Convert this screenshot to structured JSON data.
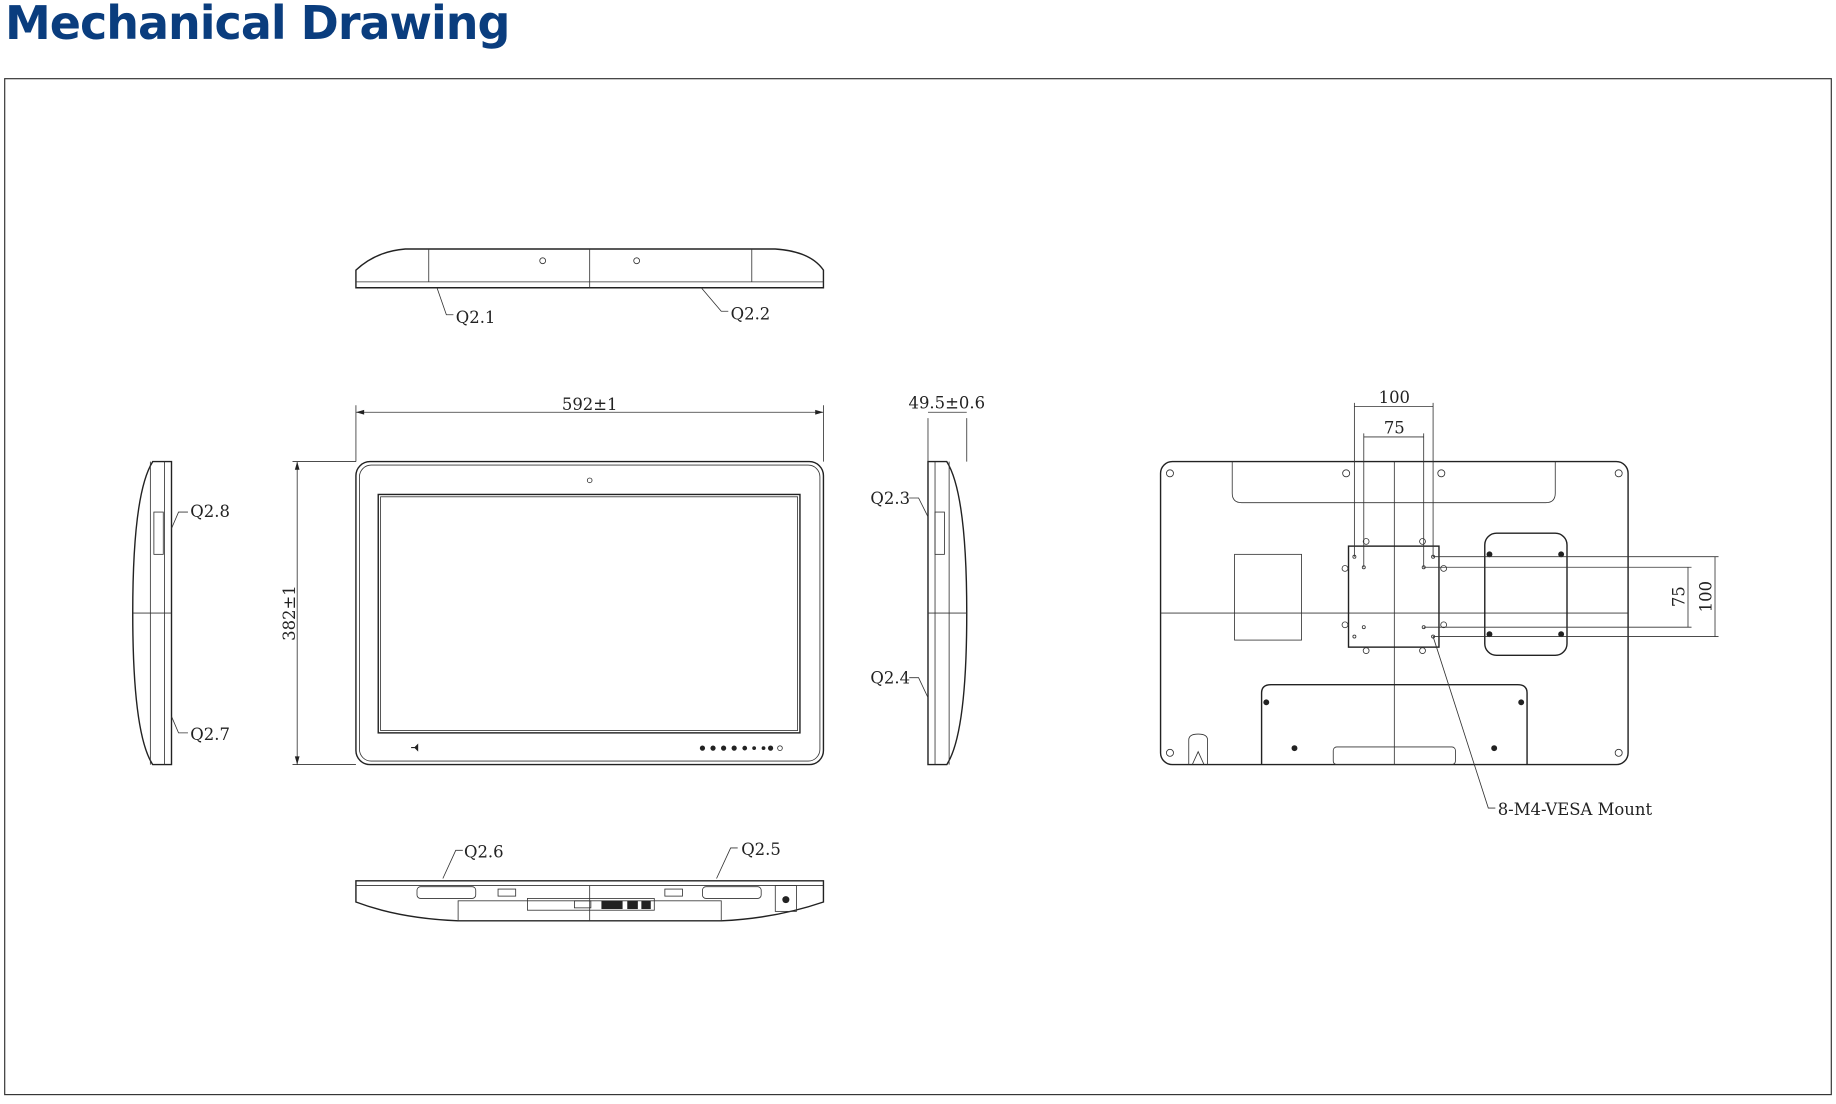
{
  "page": {
    "title": "Mechanical Drawing"
  },
  "drawing": {
    "dimensions": {
      "width": "592±1",
      "height": "382±1",
      "depth": "49.5±0.6"
    },
    "vesa": {
      "outer_h": "100",
      "inner_h": "75",
      "outer_v": "100",
      "inner_v": "75",
      "note": "8-M4-VESA Mount"
    },
    "callouts": {
      "q21": "Q2.1",
      "q22": "Q2.2",
      "q23": "Q2.3",
      "q24": "Q2.4",
      "q25": "Q2.5",
      "q26": "Q2.6",
      "q27": "Q2.7",
      "q28": "Q2.8"
    }
  },
  "colors": {
    "title": "#0a3d7e",
    "line": "#222222"
  }
}
